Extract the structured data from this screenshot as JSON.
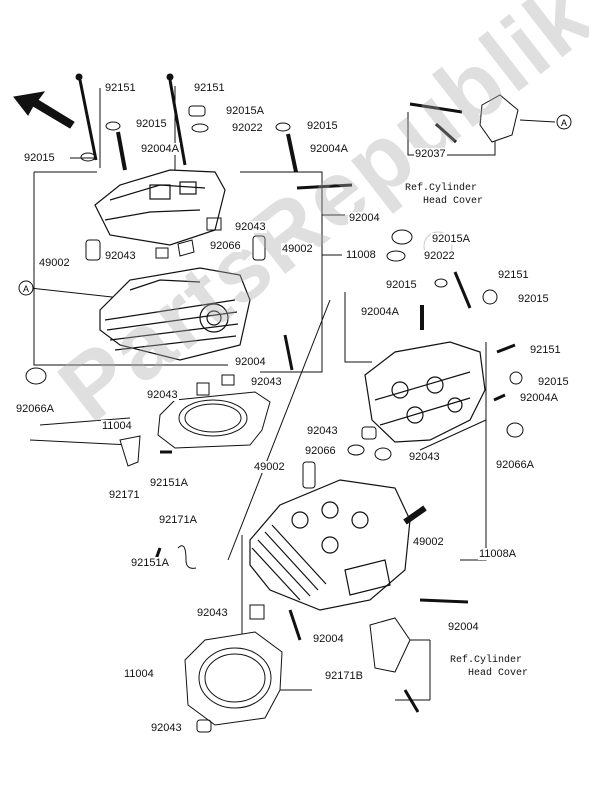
{
  "watermark": "PartsRepublik",
  "references": {
    "upper": "Ref.Cylinder\n   Head Cover",
    "lower": "Ref.Cylinder\n   Head Cover"
  },
  "callouts": {
    "a1": "A",
    "a2": "A"
  },
  "labels": {
    "l92151_top_left": "92151",
    "l92151_top_mid": "92151",
    "l92015A_top": "92015A",
    "l92015_a": "92015",
    "l92022_top": "92022",
    "l92015_b": "92015",
    "l92015_left": "92015",
    "l92004A_top_left": "92004A",
    "l92004A_top_right": "92004A",
    "l92037": "92037",
    "l92004_right": "92004",
    "l92043_a": "92043",
    "l11008": "11008",
    "l92066_top": "92066",
    "l49002_left": "49002",
    "l92043_b": "92043",
    "l49002_mid": "49002",
    "l92015A_mid": "92015A",
    "l92022_mid": "92022",
    "l92151_mid": "92151",
    "l92015_mid_left": "92015",
    "l92015_mid_right": "92015",
    "l92004A_mid": "92004A",
    "l92151_right": "92151",
    "l92004_mid": "92004",
    "l92015_right": "92015",
    "l92043_c": "92043",
    "l92004A_right": "92004A",
    "l92066A_left": "92066A",
    "l92043_d": "92043",
    "l11004_top": "11004",
    "l92043_e": "92043",
    "l92066_mid": "92066",
    "l92043_f": "92043",
    "l92066A_right": "92066A",
    "l49002_lower_left": "49002",
    "l92171": "92171",
    "l92151A_a": "92151A",
    "l92171A": "92171A",
    "l49002_lower_right": "49002",
    "l11008A": "11008A",
    "l92151A_b": "92151A",
    "l92043_g": "92043",
    "l92004_lower_right": "92004",
    "l92004_lower": "92004",
    "l11004_bottom": "11004",
    "l92171B": "92171B",
    "l92043_bottom": "92043"
  }
}
